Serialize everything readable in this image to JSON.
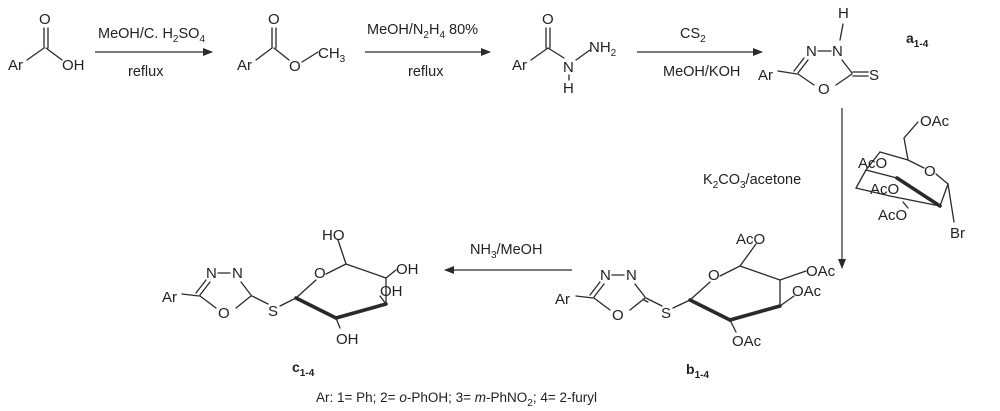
{
  "step1": {
    "reagent_a": "MeOH/C. H",
    "reagent_a_sub": "2",
    "reagent_a_tail": "SO",
    "reagent_a_sub2": "4",
    "condition": "reflux"
  },
  "step2": {
    "reagent_a": "MeOH/N",
    "reagent_a_sub": "2",
    "reagent_a_mid": "H",
    "reagent_a_sub2": "4",
    "reagent_a_tail": " 80%",
    "condition": "reflux"
  },
  "step3": {
    "reagent_a": "CS",
    "reagent_a_sub": "2",
    "condition": "MeOH/KOH"
  },
  "step4": {
    "reagent_a": "K",
    "reagent_a_sub": "2",
    "reagent_a_mid": "CO",
    "reagent_a_sub2": "3",
    "reagent_a_tail": "/acetone"
  },
  "step5": {
    "reagent_a": "NH",
    "reagent_a_sub": "3",
    "reagent_a_tail": "/MeOH"
  },
  "atoms": {
    "ar": "Ar",
    "o": "O",
    "oh": "OH",
    "ch3_c": "CH",
    "ch3_sub": "3",
    "n": "N",
    "nh2_head": "NH",
    "nh2_sub": "2",
    "h": "H",
    "s": "S",
    "br": "Br",
    "oac": "OAc",
    "aco": "AcO",
    "ho": "HO"
  },
  "compounds": {
    "a": "a",
    "a_sub": "1-4",
    "b": "b",
    "b_sub": "1-4",
    "c": "c",
    "c_sub": "1-4"
  },
  "footnote": {
    "p1": "Ar: 1= Ph; 2= ",
    "i1": "o",
    "p2": "-PhOH; 3= ",
    "i2": "m",
    "p3": "-PhNO",
    "sub": "2",
    "p4": "; 4= 2-furyl"
  }
}
